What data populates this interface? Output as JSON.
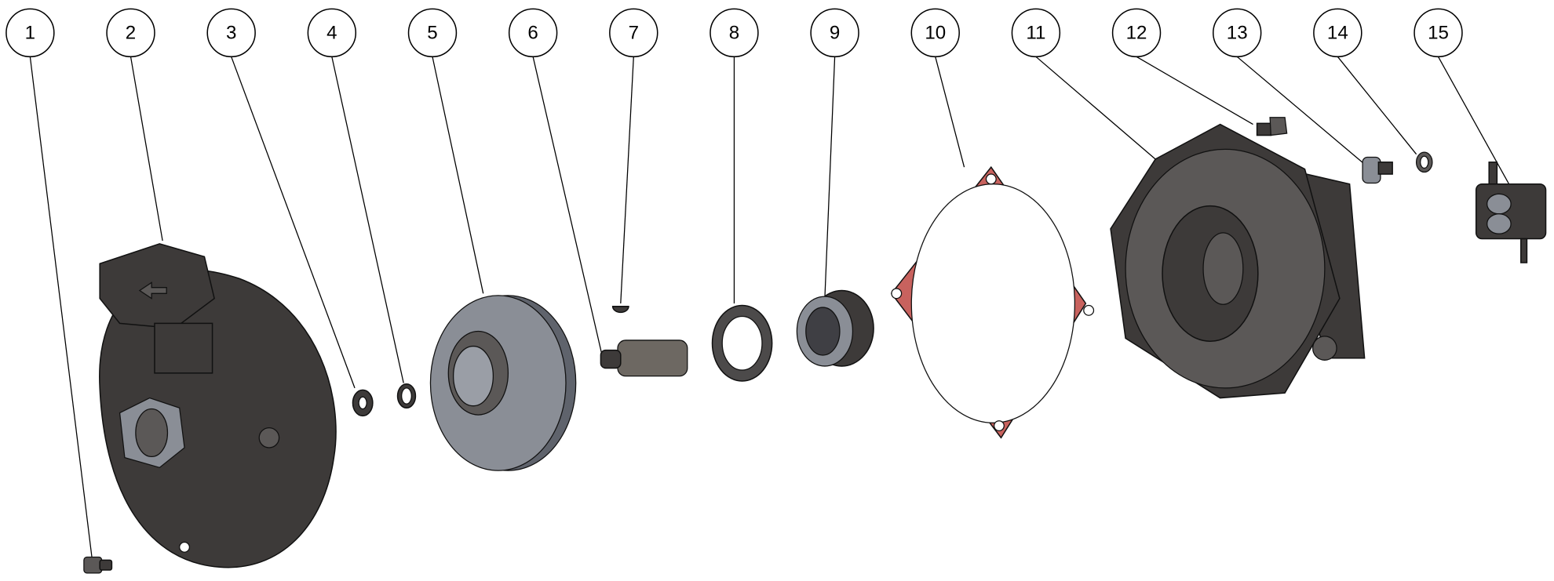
{
  "diagram": {
    "title": "Exploded parts view",
    "balloons": [
      {
        "label": "1"
      },
      {
        "label": "2"
      },
      {
        "label": "3"
      },
      {
        "label": "4"
      },
      {
        "label": "5"
      },
      {
        "label": "6"
      },
      {
        "label": "7"
      },
      {
        "label": "8"
      },
      {
        "label": "9"
      },
      {
        "label": "10"
      },
      {
        "label": "11"
      },
      {
        "label": "12"
      },
      {
        "label": "13"
      },
      {
        "label": "14"
      },
      {
        "label": "15"
      }
    ],
    "colors": {
      "gasket": "#c8625e",
      "part_dark": "#3d3a39",
      "part_gray": "#6f727a"
    }
  }
}
